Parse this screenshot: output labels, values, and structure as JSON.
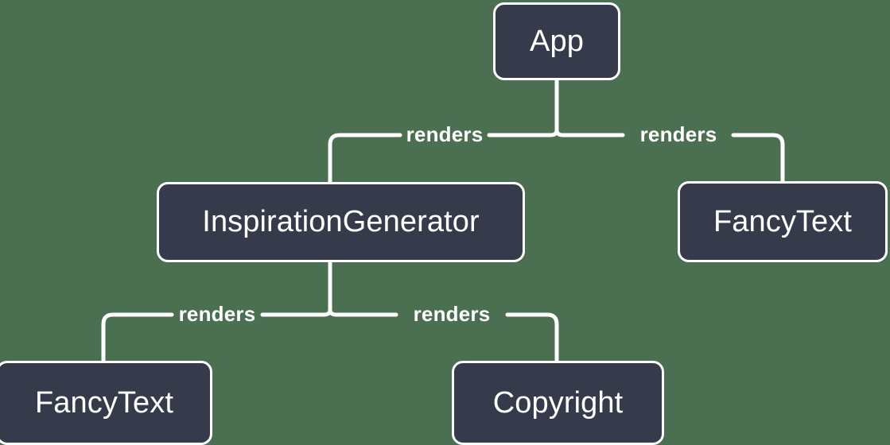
{
  "diagram": {
    "type": "component-tree",
    "background_color": "#4a7051",
    "node_fill_color": "#353b4a",
    "node_border_color": "#ffffff",
    "node_text_color": "#ffffff",
    "edge_color": "#ffffff",
    "nodes": [
      {
        "id": "app",
        "label": "App"
      },
      {
        "id": "inspiration-generator",
        "label": "InspirationGenerator"
      },
      {
        "id": "fancy-text-right",
        "label": "FancyText"
      },
      {
        "id": "fancy-text-bottom",
        "label": "FancyText"
      },
      {
        "id": "copyright",
        "label": "Copyright"
      }
    ],
    "edges": [
      {
        "from": "app",
        "to": "inspiration-generator",
        "label": "renders"
      },
      {
        "from": "app",
        "to": "fancy-text-right",
        "label": "renders"
      },
      {
        "from": "inspiration-generator",
        "to": "fancy-text-bottom",
        "label": "renders"
      },
      {
        "from": "inspiration-generator",
        "to": "copyright",
        "label": "renders"
      }
    ]
  }
}
